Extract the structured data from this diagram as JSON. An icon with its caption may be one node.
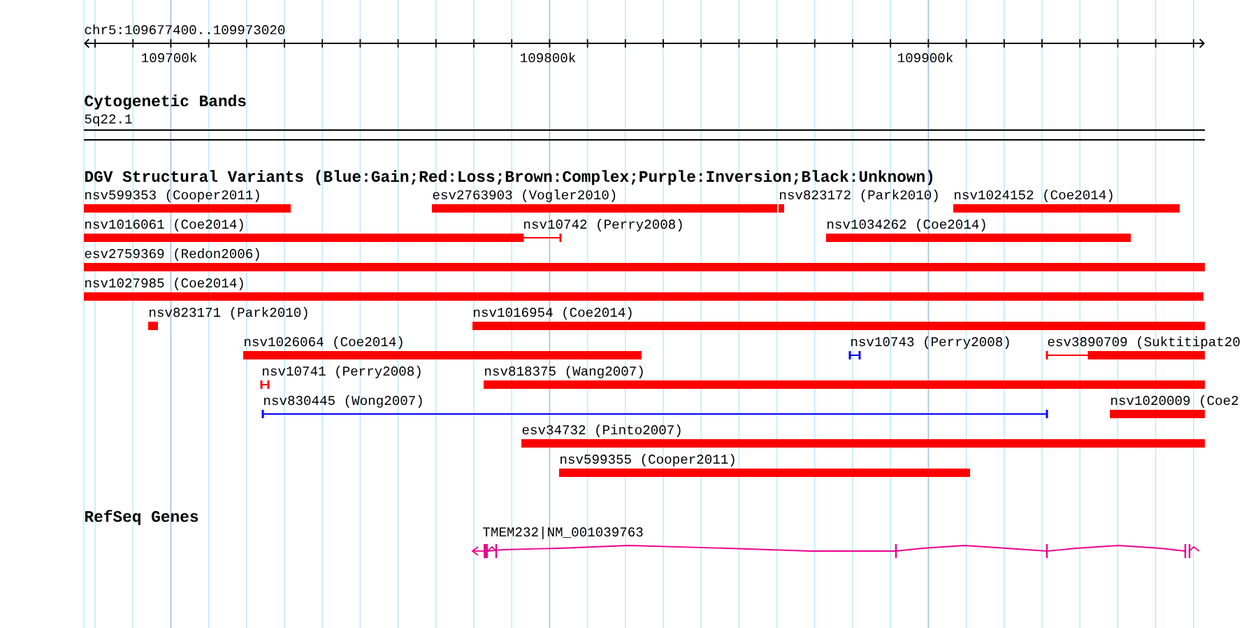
{
  "diagram": {
    "nodes": [
      {
        "text": [
          "nsv599353 (Cooper2011)"
        ]
      },
      {
        "text": [
          "esv2763903 (Vogler2010)"
        ]
      },
      {
        "text": [
          "nsv823172 (Park2010)"
        ]
      },
      {
        "text": [
          "nsv1024152 (Coe2014)"
        ]
      },
      {
        "text": [
          "nsv1016061 (Coe2014)"
        ]
      },
      {
        "text": [
          "nsv10742 (Perry2008)"
        ]
      },
      {
        "text": [
          "nsv1034262 (Coe2014)"
        ]
      },
      {
        "text": [
          "esv2759369 (Redon2006)"
        ]
      },
      {
        "text": [
          "nsv1027985 (Coe2014)"
        ]
      },
      {
        "text": [
          "nsv823171 (Park2010)"
        ]
      },
      {
        "text": [
          "nsv1016954 (Coe2014)"
        ]
      },
      {
        "text": [
          "nsv1026064 (Coe2014)"
        ]
      },
      {
        "text": [
          "nsv10743 (Perry2008)"
        ]
      },
      {
        "text": [
          "esv3890709 (Suktitipat20"
        ]
      },
      {
        "text": [
          "nsv10741 (Perry2008)"
        ]
      },
      {
        "text": [
          "nsv818375 (Wang2007)"
        ]
      },
      {
        "text": [
          "nsv830445 (Wong2007)"
        ]
      },
      {
        "text": [
          "nsv1020009 (Coe2"
        ]
      },
      {
        "text": [
          "esv34732 (Pinto2007)"
        ]
      },
      {
        "text": [
          "nsv599355 (Cooper2011)"
        ]
      },
      {
        "text": [
          "TMEM232|NM_001039763"
        ]
      }
    ],
    "labels": [
      "chr5:109677400..109973020",
      "109700k",
      "109800k",
      "109900k",
      "Cytogenetic Bands",
      "5q22.1",
      "DGV Structural Variants (Blue:Gain;Red:Loss;Brown:Complex;Purple:Inversion;Black:Unknown)",
      "RefSeq Genes"
    ]
  }
}
